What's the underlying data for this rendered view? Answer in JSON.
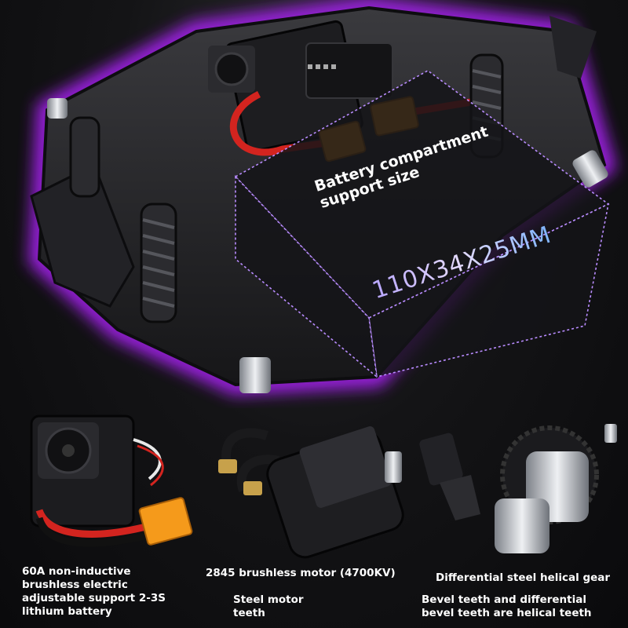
{
  "scene": {
    "glow_color": "#b020ff",
    "background_color": "#0b0b0d"
  },
  "battery_box": {
    "title": "Battery compartment\nsupport size",
    "dimensions": "110X34X25MM",
    "outline_color": "#b98cff"
  },
  "components": [
    {
      "caption": "60A non-inductive\nbrushless electric\nadjustable support 2-3S\nlithium battery"
    },
    {
      "caption": "2845 brushless motor (4700KV)"
    },
    {
      "caption": "Steel motor\nteeth"
    },
    {
      "caption": "Differential steel helical gear"
    },
    {
      "caption": "Bevel teeth and differential\nbevel teeth are helical teeth"
    }
  ],
  "accent_colors": {
    "connector_orange": "#f59a1b",
    "wire_red": "#d3241f",
    "chrome": "#c9ccd2"
  }
}
